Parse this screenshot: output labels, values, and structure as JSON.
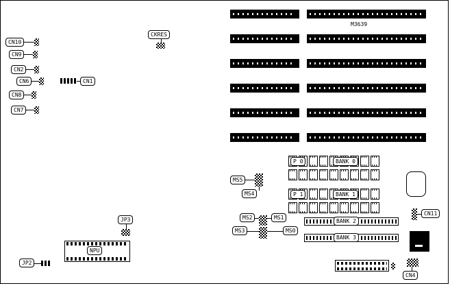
{
  "board": {
    "model": "M3639",
    "connectors": {
      "cn1": "CN1",
      "cn2": "CN2",
      "cn4": "CN4",
      "cn6": "CN6",
      "cn7": "CN7",
      "cn8": "CN8",
      "cn9": "CN9",
      "cn10": "CN10",
      "cn11": "CN11"
    },
    "jumpers": {
      "jp2": "JP2",
      "jp3": "JP3",
      "ckres": "CKRES",
      "ms0": "MS0",
      "ms1": "MS1",
      "ms2": "MS2",
      "ms3": "MS3",
      "ms4": "MS4",
      "ms5": "MS5"
    },
    "sockets": {
      "npu": "NPU"
    },
    "memory": {
      "p0": "P 0",
      "p1": "P 1",
      "bank0": "BANK 0",
      "bank1": "BANK 1",
      "bank2": "BANK 2",
      "bank3": "BANK 3"
    }
  }
}
